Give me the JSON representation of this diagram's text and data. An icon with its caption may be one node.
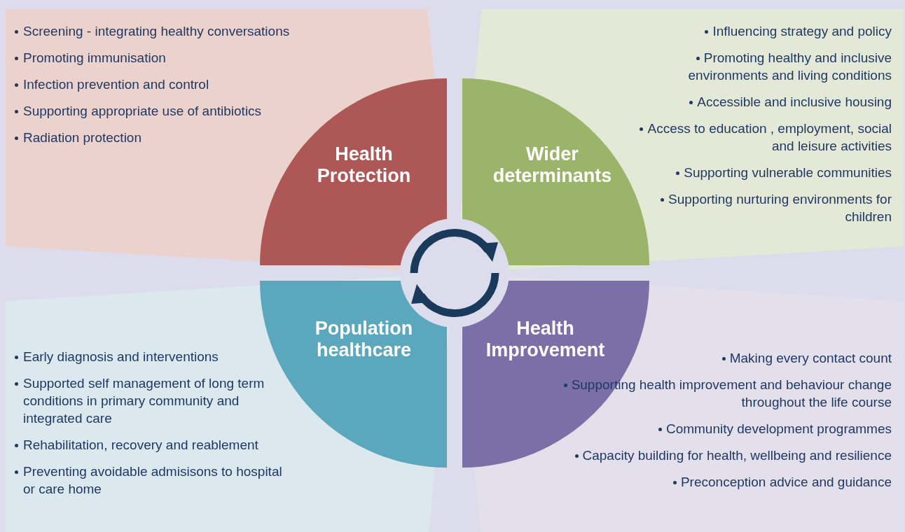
{
  "diagram": {
    "nodes": [
      {
        "text": [
          "Screening - integrating healthy conversations",
          "Promoting immunisation",
          "Infection prevention and control",
          "Supporting appropriate use of antibiotics",
          "Radiation protection"
        ]
      },
      {
        "text": [
          "Health Protection"
        ]
      },
      {
        "text": [
          "Influencing strategy and policy",
          "Promoting healthy  and inclusive environments and living conditions",
          "Accessible and inclusive housing",
          "Access to education , employment, social and leisure activities",
          "Supporting vulnerable communities",
          "Supporting nurturing environments for children"
        ]
      },
      {
        "text": [
          "Wider determinants"
        ]
      },
      {
        "text": [
          "Population healthcare"
        ]
      },
      {
        "text": [
          "Health Improvement"
        ]
      },
      {
        "text": [
          "Early diagnosis and interventions",
          "Supported self management of long term conditions in primary community and integrated care",
          "Rehabilitation, recovery and reablement",
          "Preventing avoidable admisisons to hospital or care home"
        ]
      },
      {
        "text": [
          "Making every contact count",
          "Supporting health improvement and behaviour change throughout the life course",
          "Community development programmes",
          "Capacity building for health, wellbeing and resilience",
          "Preconception advice and guidance"
        ]
      }
    ]
  }
}
